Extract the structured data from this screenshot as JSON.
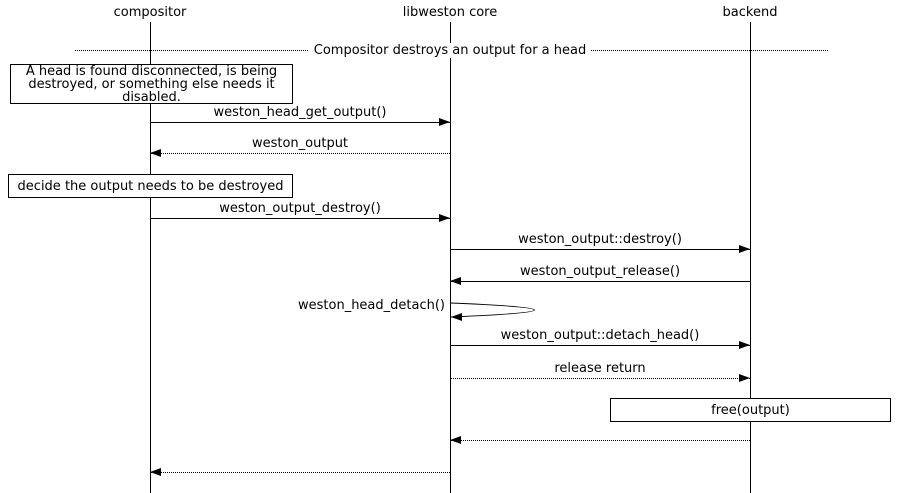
{
  "diagram": {
    "type": "sequence",
    "participants": [
      {
        "label": "compositor"
      },
      {
        "label": "libweston core"
      },
      {
        "label": "backend"
      }
    ],
    "divider": {
      "label": "Compositor destroys an output for a head"
    },
    "notes": [
      {
        "attached_to": "compositor",
        "text": "A head is found disconnected, is being destroyed, or something else needs it disabled."
      },
      {
        "attached_to": "compositor",
        "text": "decide the output needs to be destroyed"
      },
      {
        "attached_to": "backend",
        "text": "free(output)"
      }
    ],
    "messages": [
      {
        "from": "compositor",
        "to": "libweston core",
        "style": "solid",
        "label": "weston_head_get_output()"
      },
      {
        "from": "libweston core",
        "to": "compositor",
        "style": "dotted",
        "label": "weston_output"
      },
      {
        "from": "compositor",
        "to": "libweston core",
        "style": "solid",
        "label": "weston_output_destroy()"
      },
      {
        "from": "libweston core",
        "to": "backend",
        "style": "solid",
        "label": "weston_output::destroy()"
      },
      {
        "from": "backend",
        "to": "libweston core",
        "style": "solid",
        "label": "weston_output_release()"
      },
      {
        "from": "libweston core",
        "to": "libweston core",
        "style": "self",
        "label": "weston_head_detach()"
      },
      {
        "from": "libweston core",
        "to": "backend",
        "style": "solid",
        "label": "weston_output::detach_head()"
      },
      {
        "from": "libweston core",
        "to": "backend",
        "style": "dotted",
        "label": "release return"
      },
      {
        "from": "backend",
        "to": "libweston core",
        "style": "dotted",
        "label": ""
      },
      {
        "from": "libweston core",
        "to": "compositor",
        "style": "dotted",
        "label": ""
      }
    ]
  }
}
